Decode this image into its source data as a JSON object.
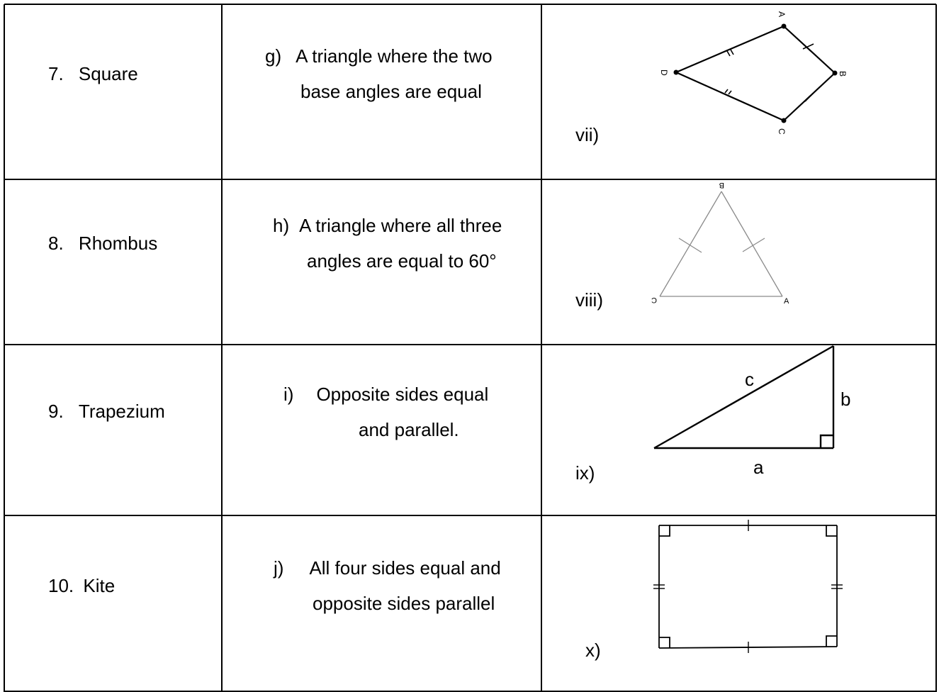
{
  "rows": [
    {
      "shape": {
        "num": "7.",
        "name": "Square"
      },
      "description": {
        "letter": "g)",
        "line1": "A triangle where the two",
        "line2": "base angles are equal"
      },
      "figure": {
        "label": "vii)",
        "vertices": {
          "a": "A",
          "b": "B",
          "c": "C",
          "d": "D"
        }
      }
    },
    {
      "shape": {
        "num": "8.",
        "name": "Rhombus"
      },
      "description": {
        "letter": "h)",
        "line1": "A triangle where all three",
        "line2": "angles are equal to 60°"
      },
      "figure": {
        "label": "viii)",
        "vertices": {
          "a": "A",
          "b": "B",
          "c": "C"
        }
      }
    },
    {
      "shape": {
        "num": "9.",
        "name": "Trapezium"
      },
      "description": {
        "letter": "i)",
        "line1": "Opposite sides equal",
        "line2": "and parallel."
      },
      "figure": {
        "label": "ix)",
        "sides": {
          "a": "a",
          "b": "b",
          "c": "c"
        }
      }
    },
    {
      "shape": {
        "num": "10.",
        "name": "Kite"
      },
      "description": {
        "letter": "j)",
        "line1": "All four sides equal and",
        "line2": "opposite sides parallel"
      },
      "figure": {
        "label": "x)"
      }
    }
  ]
}
